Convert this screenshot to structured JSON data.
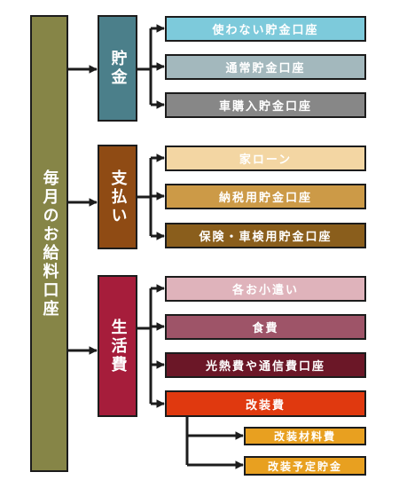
{
  "root": {
    "label": "毎月のお給料口座",
    "color": "#868547"
  },
  "groups": [
    {
      "label": "貯金",
      "color": "#4b7f8a",
      "items": [
        {
          "label": "使わない貯金口座",
          "color": "#7dcadb"
        },
        {
          "label": "通常貯金口座",
          "color": "#a3b8bd"
        },
        {
          "label": "車購入貯金口座",
          "color": "#878787"
        }
      ]
    },
    {
      "label": "支払い",
      "color": "#8f4b14",
      "items": [
        {
          "label": "家ローン",
          "color": "#f3d6a3"
        },
        {
          "label": "納税用貯金口座",
          "color": "#cc9a47"
        },
        {
          "label": "保険・車検用貯金口座",
          "color": "#8a5e1c"
        }
      ]
    },
    {
      "label": "生活費",
      "color": "#a61d3b",
      "items": [
        {
          "label": "各お小遣い",
          "color": "#dfb3bb"
        },
        {
          "label": "食費",
          "color": "#9e5468"
        },
        {
          "label": "光熱費や通信費口座",
          "color": "#6b1727"
        },
        {
          "label": "改装費",
          "color": "#e0390f"
        }
      ]
    }
  ],
  "sub_items": [
    {
      "label": "改装材料費",
      "color": "#e8a020"
    },
    {
      "label": "改装予定貯金",
      "color": "#e8a020"
    }
  ]
}
